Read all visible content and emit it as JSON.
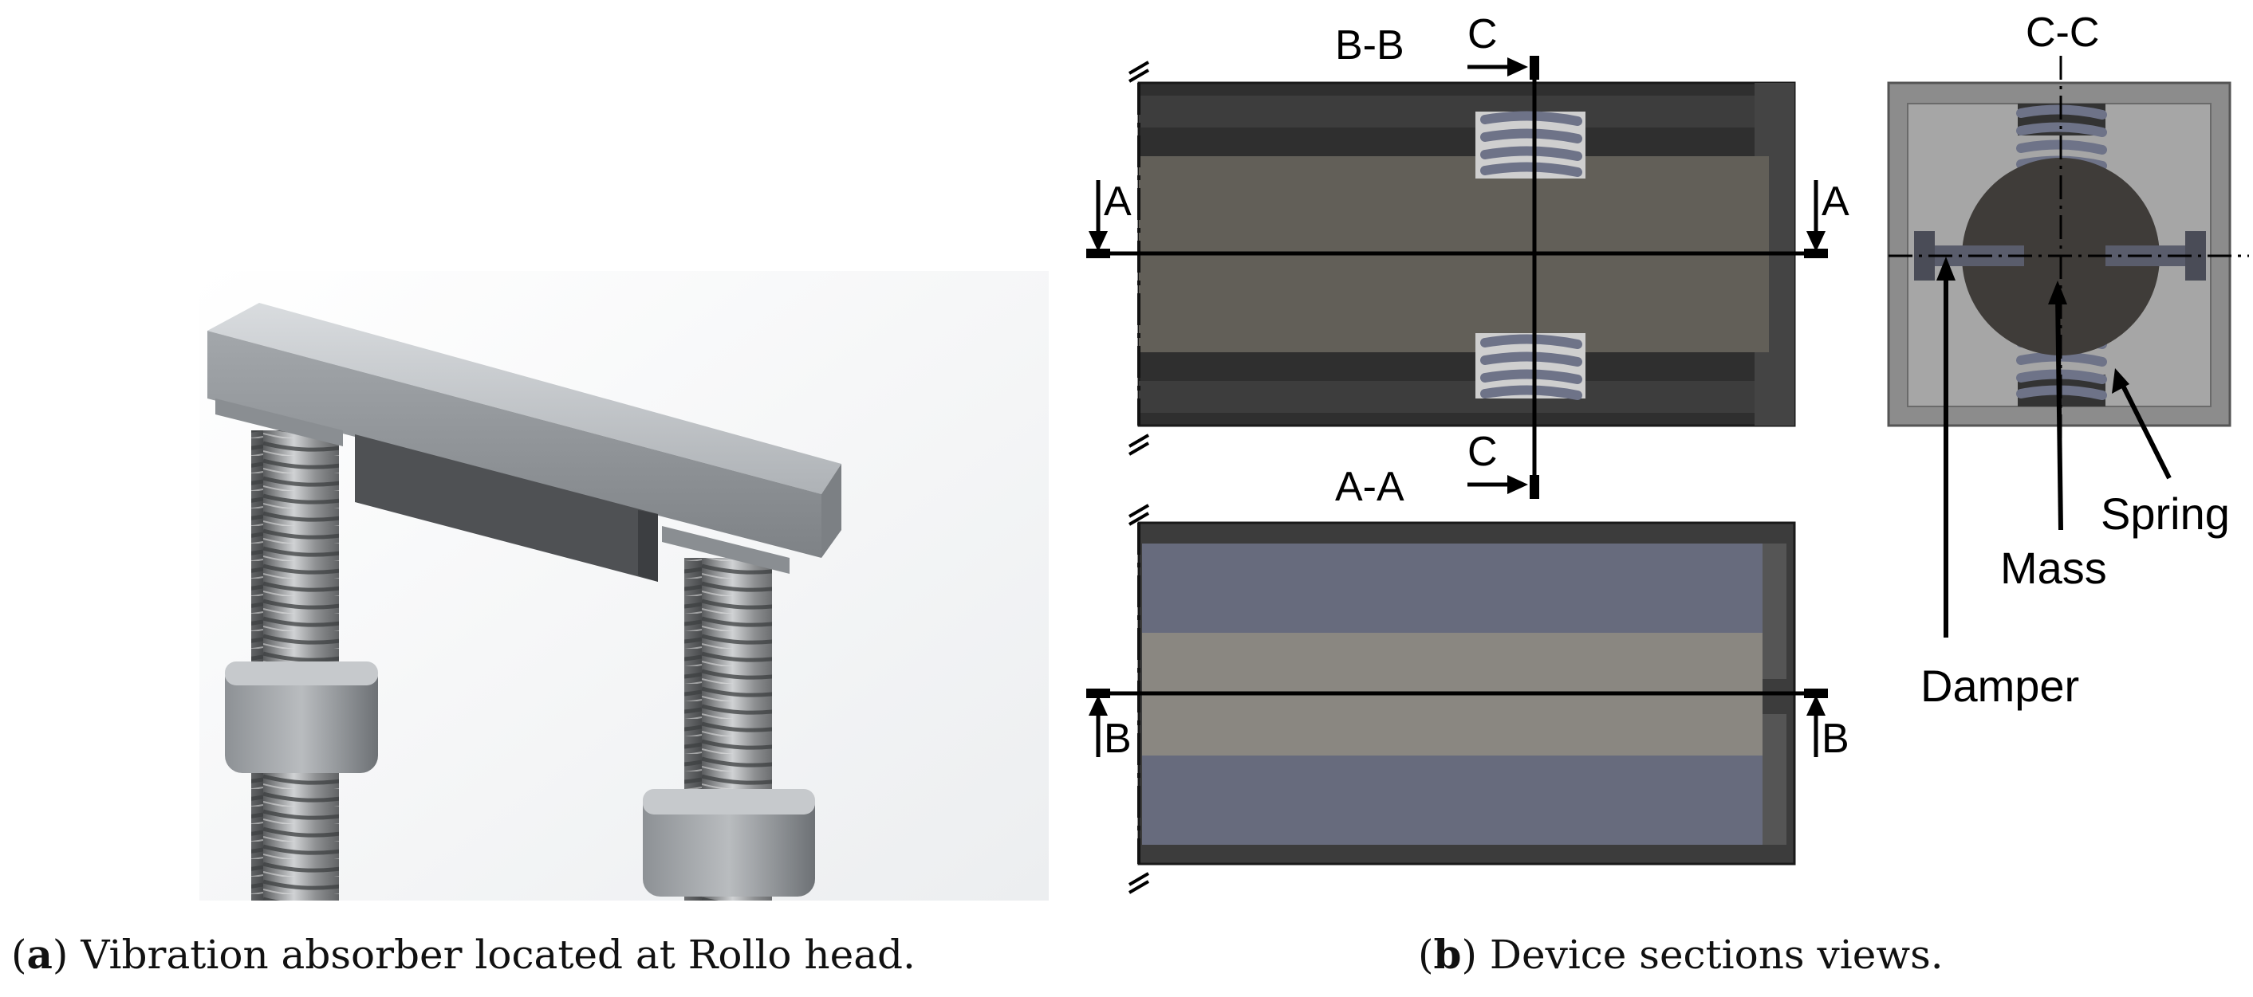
{
  "panel_a": {
    "caption_letter": "a",
    "caption_text": "Vibration absorber located at Rollo head."
  },
  "panel_b": {
    "caption_letter": "b",
    "caption_text": "Device sections views.",
    "section_bb_title": "B-B",
    "section_aa_title": "A-A",
    "section_cc_title": "C-C",
    "cut_c_label": "C",
    "cut_a_label": "A",
    "cut_b_label": "B",
    "labels": {
      "spring": "Spring",
      "mass": "Mass",
      "damper": "Damper"
    }
  },
  "colors": {
    "housing_dark": "#3a3a3a",
    "mass_gray": "#625f58",
    "aa_blue": "#676b7d",
    "aa_light": "#8a8781",
    "spring_blue": "#6e7388",
    "cc_outer": "#8c8c8c",
    "cc_inner": "#a6a6a6"
  }
}
